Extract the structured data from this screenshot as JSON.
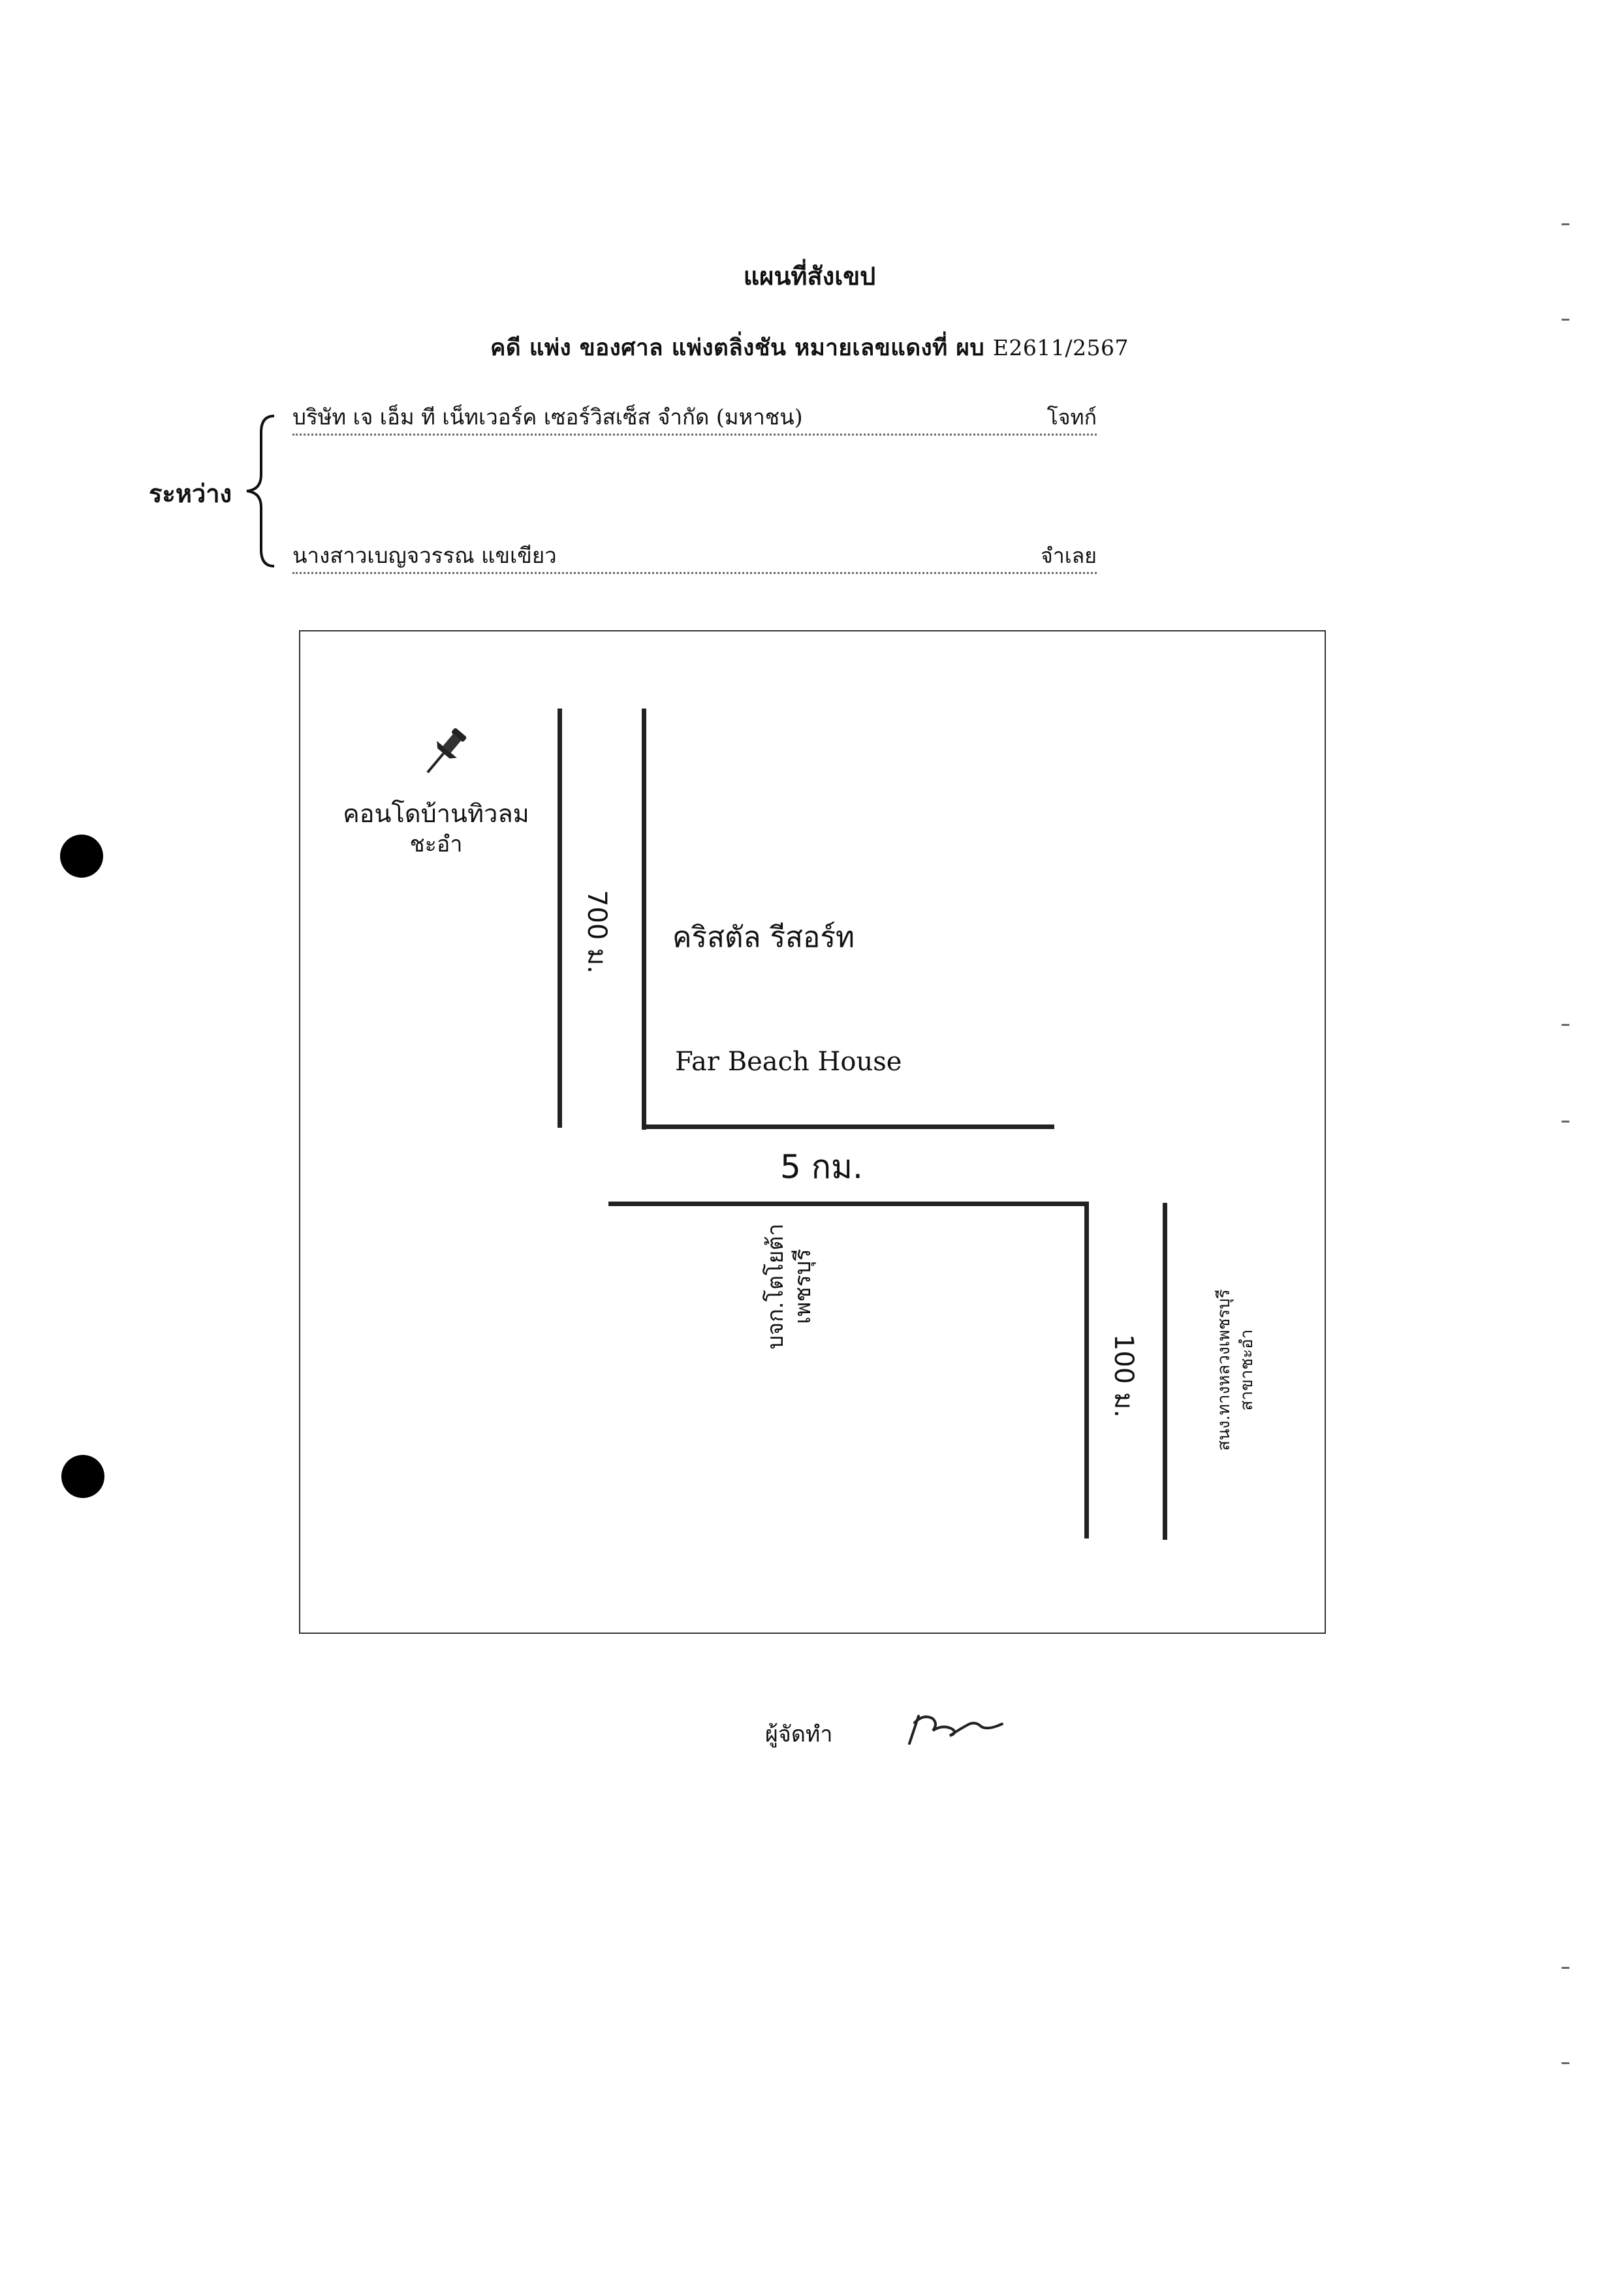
{
  "document": {
    "title": "แผนที่สังเขป",
    "case_line": {
      "text": "คดี  แพ่ง  ของศาล แพ่งตลิ่งชัน  หมายเลขแดงที่ ผบ",
      "number": "E2611/2567"
    },
    "between_label": "ระหว่าง",
    "plaintiff": {
      "name": "บริษัท เจ เอ็ม ที เน็ทเวอร์ค เซอร์วิสเซ็ส จำกัด (มหาชน)",
      "role": "โจทก์"
    },
    "defendant": {
      "name": "นางสาวเบญจวรรณ แขเขียว",
      "role": "จำเลย"
    }
  },
  "map": {
    "pin_label_line1": "คอนโดบ้านทิวลม",
    "pin_label_line2": "ชะอำ",
    "distance_700": "700 ม.",
    "resort_name_th": "คริสตัล รีสอร์ท",
    "resort_name_en": "Far Beach House",
    "distance_5km": "5 กม.",
    "toyota_line1": "บจก.โตโยต้า",
    "toyota_line2": "เพชรบุรี",
    "distance_100": "100 ม.",
    "hwy_line1": "สนง.ทางหลวงเพชรบุรี",
    "hwy_line2": "สาขาชะอำ",
    "icons": {
      "pin": "pushpin-icon"
    }
  },
  "footer": {
    "prepared_by_label": "ผู้จัดทำ"
  }
}
